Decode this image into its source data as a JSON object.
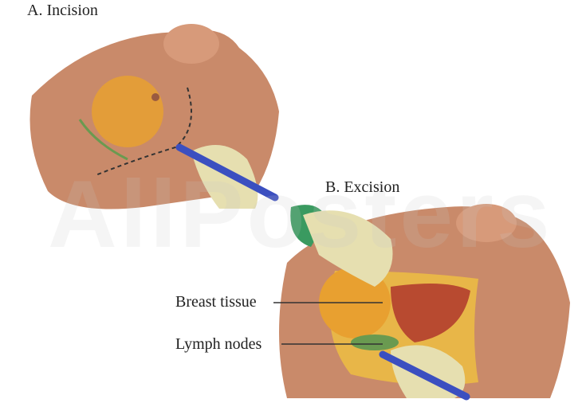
{
  "panel_a": {
    "title": "A. Incision"
  },
  "panel_b": {
    "title": "B. Excision"
  },
  "callouts": {
    "breast_tissue": "Breast tissue",
    "lymph_nodes": "Lymph nodes"
  },
  "watermark": "AllPosters",
  "colors": {
    "skin": "#c98a6a",
    "tissue": "#e8a030",
    "muscle": "#b84a30",
    "glove": "#e6dfb0",
    "scalpel": "#3b4fc0",
    "lymph": "#6a9a50"
  }
}
